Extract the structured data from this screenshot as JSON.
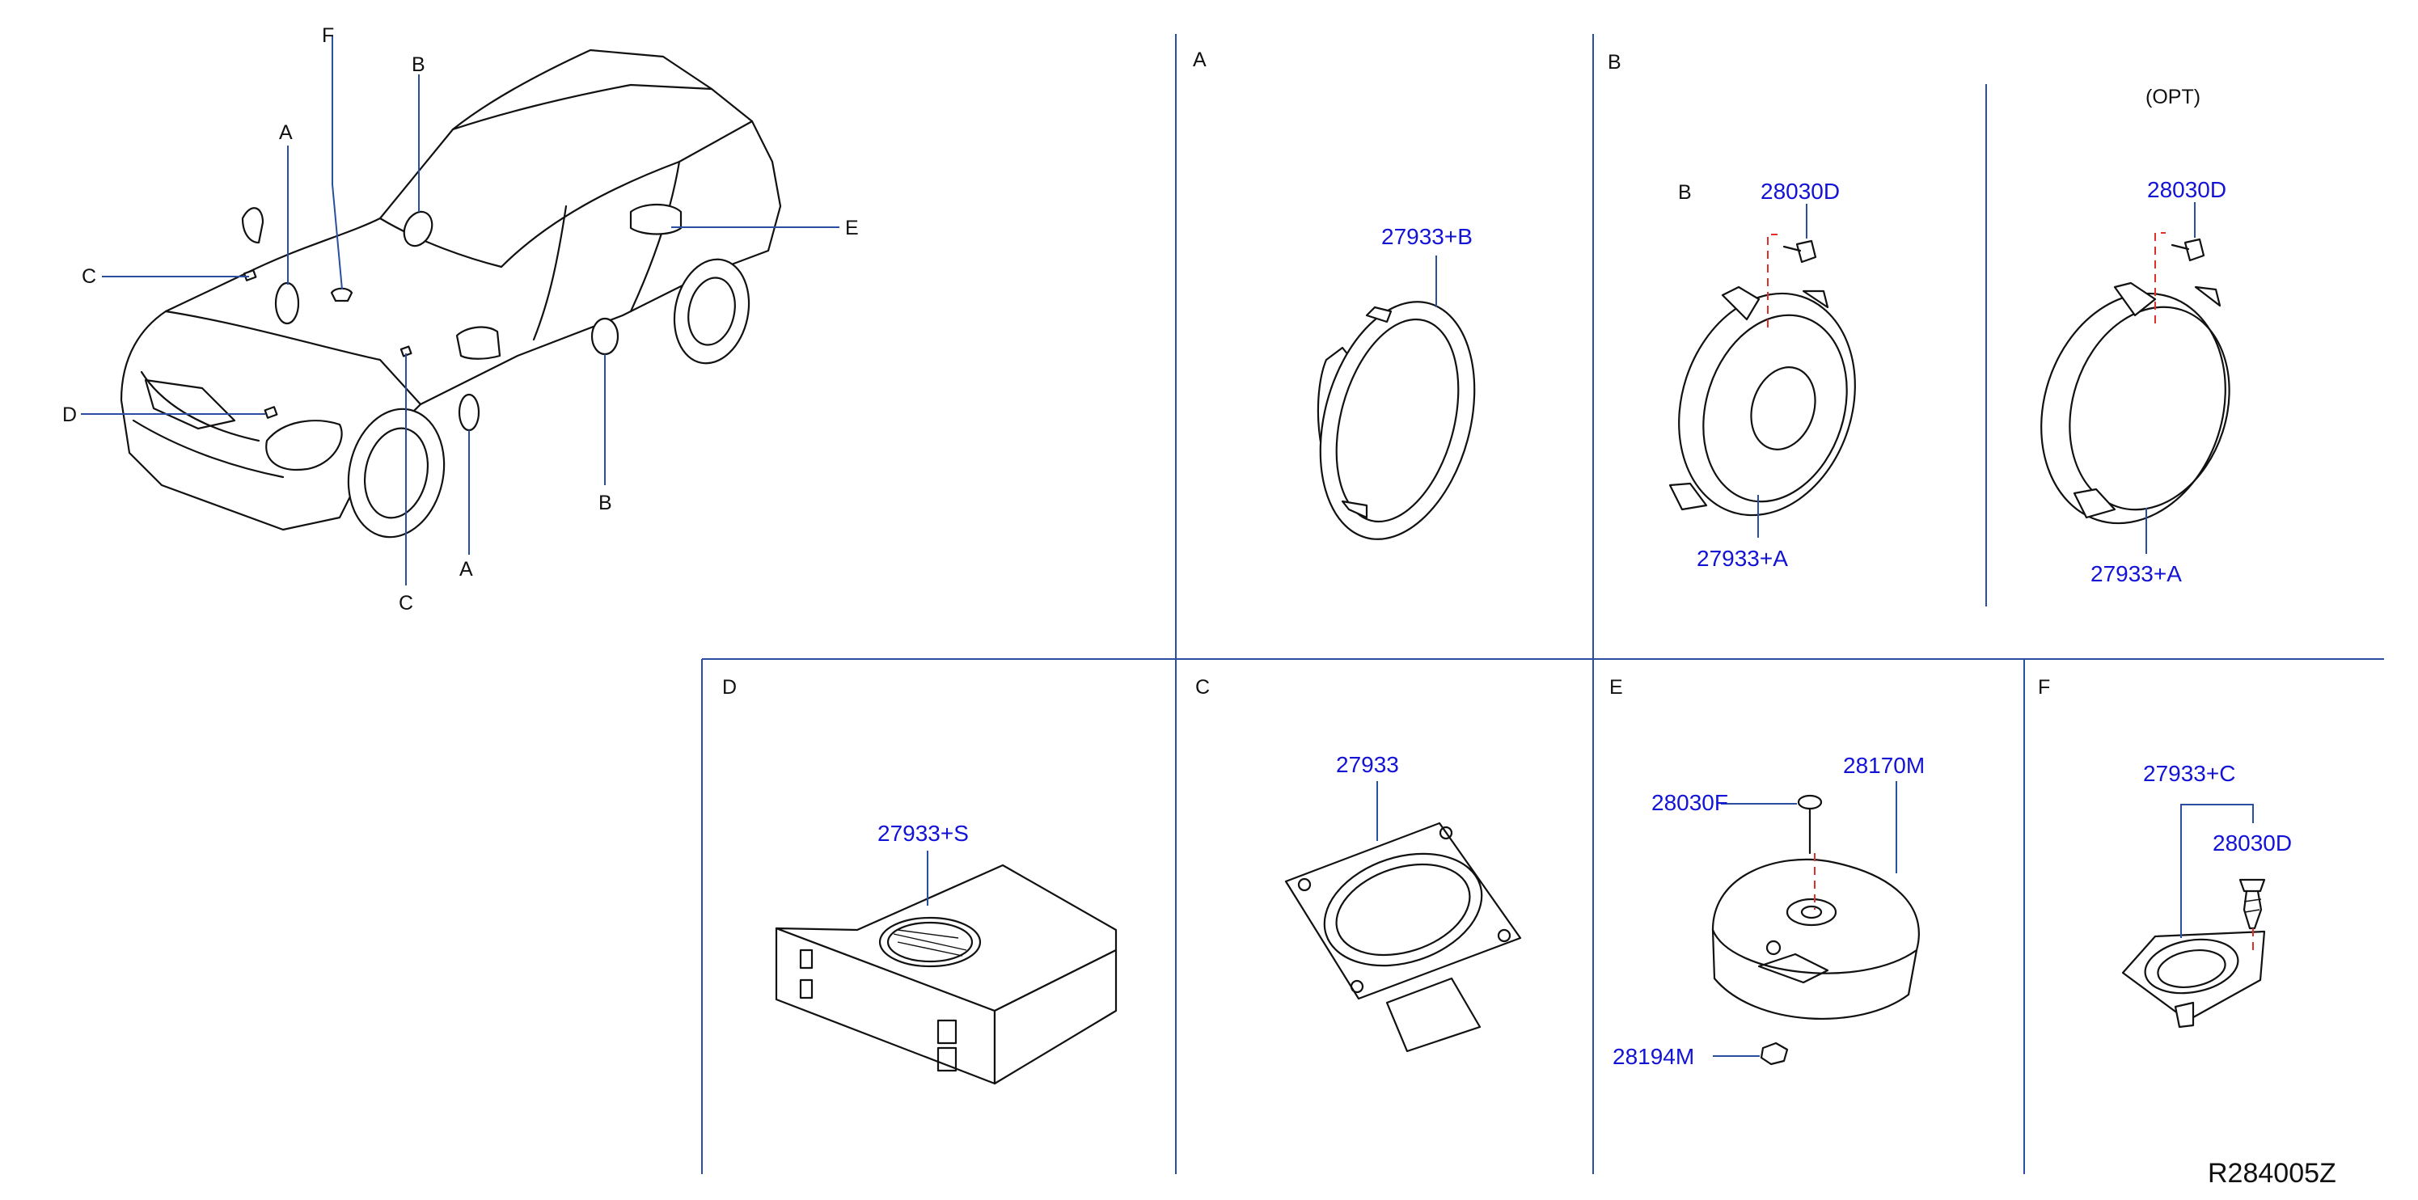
{
  "figure_id": "R284005Z",
  "car_callouts": {
    "a1": "A",
    "a2": "A",
    "b1": "B",
    "b2": "B",
    "c1": "C",
    "c2": "C",
    "d": "D",
    "e": "E",
    "f": "F"
  },
  "panels": {
    "A": {
      "label": "A",
      "parts": {
        "speaker": "27933+B"
      }
    },
    "B": {
      "label": "B",
      "sub_label": "B",
      "opt_label": "(OPT)",
      "parts": {
        "screw": "28030D",
        "speaker": "27933+A",
        "opt_screw": "28030D",
        "opt_speaker": "27933+A"
      }
    },
    "D": {
      "label": "D",
      "parts": {
        "subwoofer": "27933+S"
      }
    },
    "C": {
      "label": "C",
      "parts": {
        "speaker": "27933"
      }
    },
    "E": {
      "label": "E",
      "parts": {
        "bolt": "28030F",
        "woofer": "28170M",
        "nut": "28194M"
      }
    },
    "F": {
      "label": "F",
      "parts": {
        "tweeter": "27933+C",
        "screw": "28030D"
      }
    }
  },
  "colors": {
    "part_number": "#1313d6",
    "leader": "#2a4fa0",
    "hidden_line": "#e0302a",
    "ink": "#111111"
  }
}
